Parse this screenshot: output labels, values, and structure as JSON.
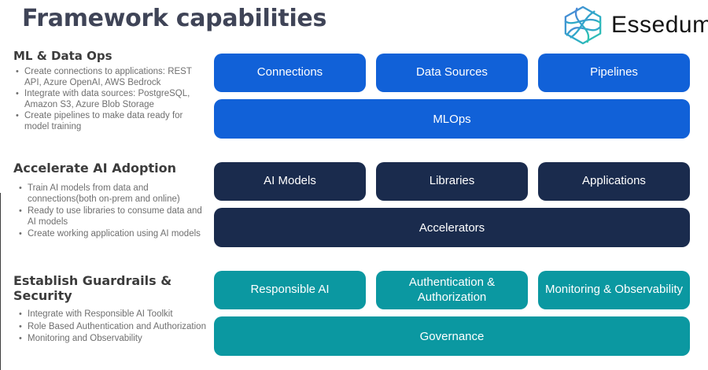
{
  "page": {
    "title": "Framework capabilities"
  },
  "brand": {
    "name": "Essedum"
  },
  "colors": {
    "ml_data_ops_blue": "#1161d8",
    "ai_adoption_navy": "#1a2b4d",
    "guardrails_teal": "#0b98a1",
    "title_text": "#3f4457",
    "body_text": "#6f6f6f"
  },
  "sections": [
    {
      "heading": "ML & Data Ops",
      "bullets": [
        "Create connections to applications: REST API, Azure OpenAI, AWS Bedrock",
        "Integrate with data sources: PostgreSQL, Amazon S3, Azure Blob Storage",
        "Create pipelines to make data ready for model training"
      ],
      "boxes": [
        "Connections",
        "Data Sources",
        "Pipelines"
      ],
      "wide_box": "MLOps"
    },
    {
      "heading": "Accelerate AI Adoption",
      "bullets": [
        "Train AI models from data and connections(both on-prem and online)",
        "Ready to use libraries to consume data and AI models",
        "Create working application using AI models"
      ],
      "boxes": [
        "AI Models",
        "Libraries",
        "Applications"
      ],
      "wide_box": "Accelerators"
    },
    {
      "heading": "Establish Guardrails & Security",
      "bullets": [
        "Integrate with Responsible AI Toolkit",
        "Role Based Authentication and Authorization",
        "Monitoring and Observability"
      ],
      "boxes": [
        "Responsible AI",
        "Authentication & Authorization",
        "Monitoring & Observability"
      ],
      "wide_box": "Governance"
    }
  ]
}
